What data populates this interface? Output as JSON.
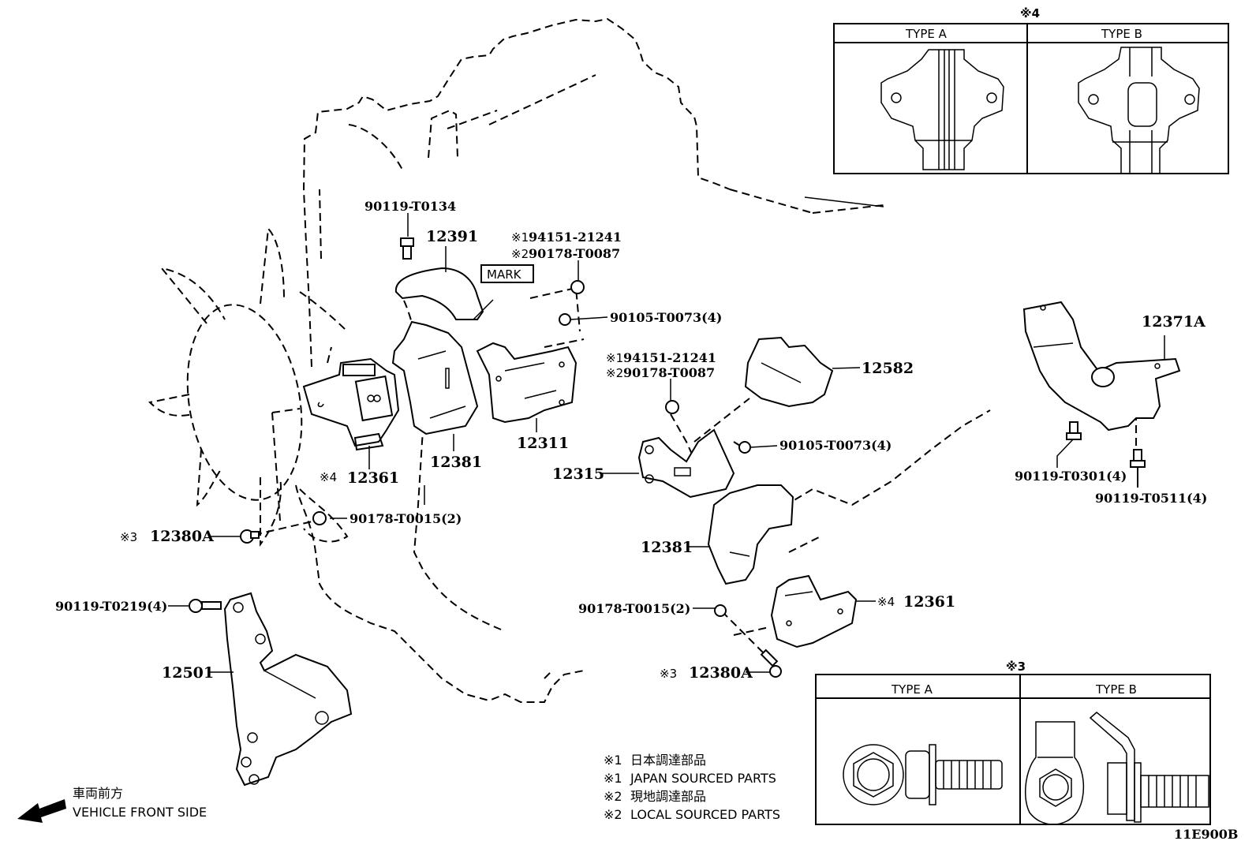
{
  "diagram": {
    "code": "11E900B",
    "direction": {
      "jp": "車両前方",
      "en": "VEHICLE FRONT SIDE"
    },
    "legend": [
      {
        "mark": "※1",
        "text": "日本調達部品"
      },
      {
        "mark": "※1",
        "text": "JAPAN SOURCED PARTS"
      },
      {
        "mark": "※2",
        "text": "現地調達部品"
      },
      {
        "mark": "※2",
        "text": "LOCAL SOURCED PARTS"
      }
    ],
    "mark_label": "MARK",
    "parts": {
      "p90119_T0134": "90119-T0134",
      "p12391": "12391",
      "p94151_top": {
        "mark": "※1",
        "number": "94151-21241"
      },
      "p90178_top": {
        "mark": "※2",
        "number": "90178-T0087"
      },
      "p90105_top": "90105-T0073(4)",
      "p12311": "12311",
      "p12381_left": "12381",
      "p12361_left": {
        "mark": "※4",
        "number": "12361"
      },
      "p90178_T0015_left": "90178-T0015(2)",
      "p12380A_left": {
        "mark": "※3",
        "number": "12380A"
      },
      "p90119_T0219": "90119-T0219(4)",
      "p12501": "12501",
      "p94151_mid": {
        "mark": "※1",
        "number": "94151-21241"
      },
      "p90178_mid": {
        "mark": "※2",
        "number": "90178-T0087"
      },
      "p12582": "12582",
      "p90105_mid": "90105-T0073(4)",
      "p12315": "12315",
      "p12381_right": "12381",
      "p90178_T0015_right": "90178-T0015(2)",
      "p12361_right": {
        "mark": "※4",
        "number": "12361"
      },
      "p12380A_right": {
        "mark": "※3",
        "number": "12380A"
      },
      "p12371A": "12371A",
      "p90119_T0301": "90119-T0301(4)",
      "p90119_T0511": "90119-T0511(4)"
    },
    "inset_4": {
      "mark": "※4",
      "type_a": "TYPE A",
      "type_b": "TYPE B"
    },
    "inset_3": {
      "mark": "※3",
      "type_a": "TYPE A",
      "type_b": "TYPE B"
    }
  }
}
